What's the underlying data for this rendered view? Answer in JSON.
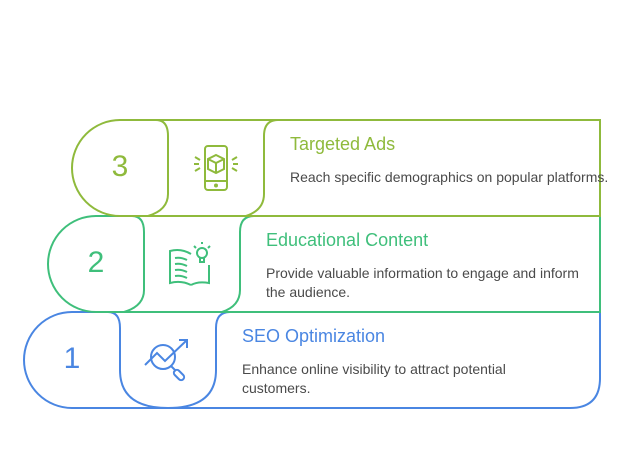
{
  "colors": {
    "step3": "#8fba3c",
    "step2": "#3fbf7b",
    "step1": "#4a86e2"
  },
  "steps": [
    {
      "number": "3",
      "title": "Targeted Ads",
      "description": "Reach specific demographics on popular platforms.",
      "icon": "mobile-box-icon"
    },
    {
      "number": "2",
      "title": "Educational Content",
      "description": "Provide valuable information to engage and inform the audience.",
      "icon": "book-lightbulb-icon"
    },
    {
      "number": "1",
      "title": "SEO Optimization",
      "description": "Enhance online visibility to attract potential customers.",
      "icon": "search-trend-icon"
    }
  ]
}
